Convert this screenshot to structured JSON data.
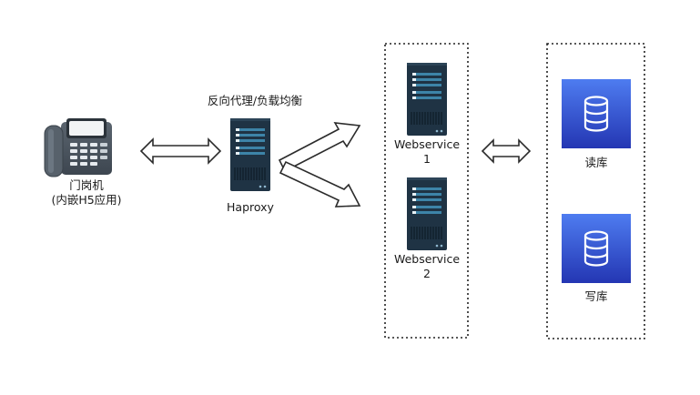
{
  "nodes": {
    "gate_phone": {
      "label_line1": "门岗机",
      "label_line2": "(内嵌H5应用)"
    },
    "proxy": {
      "caption": "反向代理/负载均衡",
      "label": "Haproxy"
    },
    "web1": {
      "label_line1": "Webservice",
      "label_line2": "1"
    },
    "web2": {
      "label_line1": "Webservice",
      "label_line2": "2"
    },
    "db_read": {
      "label": "读库"
    },
    "db_write": {
      "label": "写库"
    }
  },
  "colors": {
    "server_body": "#1f3344",
    "server_panel": "#3d84a8",
    "db_gradient_top": "#4e7cf0",
    "db_gradient_bottom": "#2436b3",
    "phone_body": "#4b5560",
    "arrow_stroke": "#2b2b2b",
    "group_border": "#222222"
  },
  "icons": {
    "gate_phone": "desk-phone-icon",
    "proxy": "server-icon",
    "web1": "server-icon",
    "web2": "server-icon",
    "db_read": "database-icon",
    "db_write": "database-icon"
  }
}
